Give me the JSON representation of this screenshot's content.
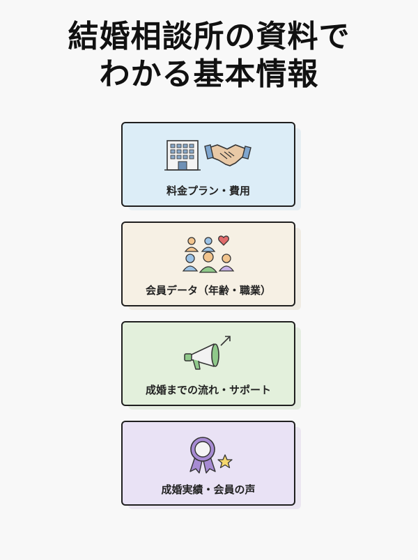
{
  "title": {
    "line1": "結婚相談所の資料で",
    "line2": "わかる基本情報"
  },
  "cards": [
    {
      "label": "料金プラン・費用",
      "icon": "building-handshake-icon",
      "bg": "#dcedf7"
    },
    {
      "label": "会員データ（年齢・職業）",
      "icon": "people-heart-icon",
      "bg": "#f6f0e4"
    },
    {
      "label": "成婚までの流れ・サポート",
      "icon": "megaphone-icon",
      "bg": "#e3f0dc"
    },
    {
      "label": "成婚実績・会員の声",
      "icon": "award-ribbon-icon",
      "bg": "#e9e2f5"
    }
  ]
}
